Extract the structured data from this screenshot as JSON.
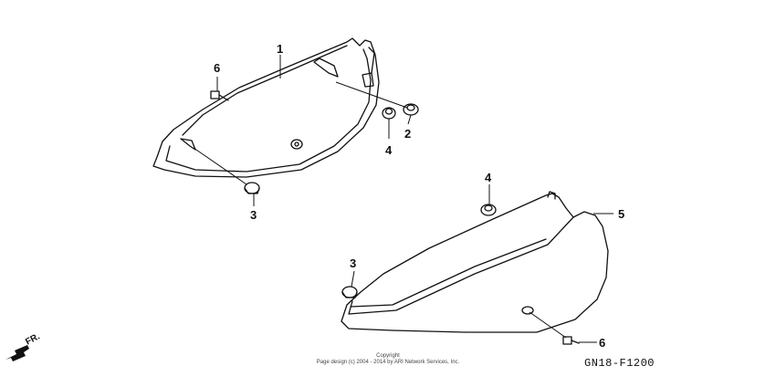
{
  "callouts": {
    "c1": "1",
    "c2": "2",
    "c3a": "3",
    "c3b": "3",
    "c4a": "4",
    "c4b": "4",
    "c5": "5",
    "c6a": "6",
    "c6b": "6"
  },
  "direction_label": "FR.",
  "copyright": {
    "line1": "Copyright",
    "line2": "Page design (c) 2004 - 2014 by ARI Network Services, Inc."
  },
  "figure_code": "GN18-F1200"
}
